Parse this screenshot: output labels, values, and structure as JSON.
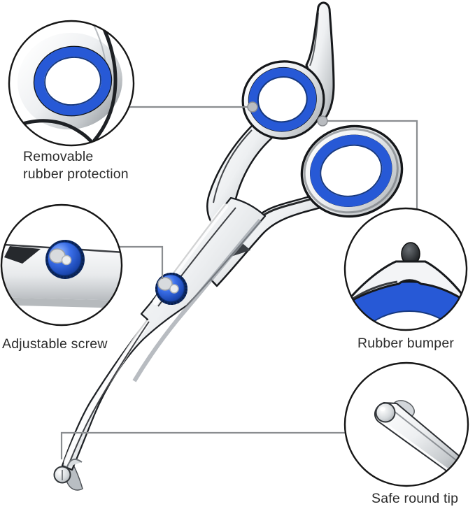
{
  "figure": {
    "type": "annotated-product-image",
    "background": "#ffffff"
  },
  "colors": {
    "rubber_blue": "#2759d6",
    "rubber_blue_dark": "#16387f",
    "screw_blue": "#1c49b4",
    "metal_light": "#f0f2f4",
    "metal_dark": "#969ba0",
    "outline": "#17191c",
    "leader_line": "#8a8d90",
    "label_text": "#2b2b2b"
  },
  "callouts": [
    {
      "id": "removable-rubber-protection",
      "label": "Removable\nrubber protection"
    },
    {
      "id": "adjustable-screw",
      "label": "Adjustable screw"
    },
    {
      "id": "rubber-bumper",
      "label": "Rubber bumper"
    },
    {
      "id": "safe-round-tip",
      "label": "Safe round tip"
    }
  ]
}
